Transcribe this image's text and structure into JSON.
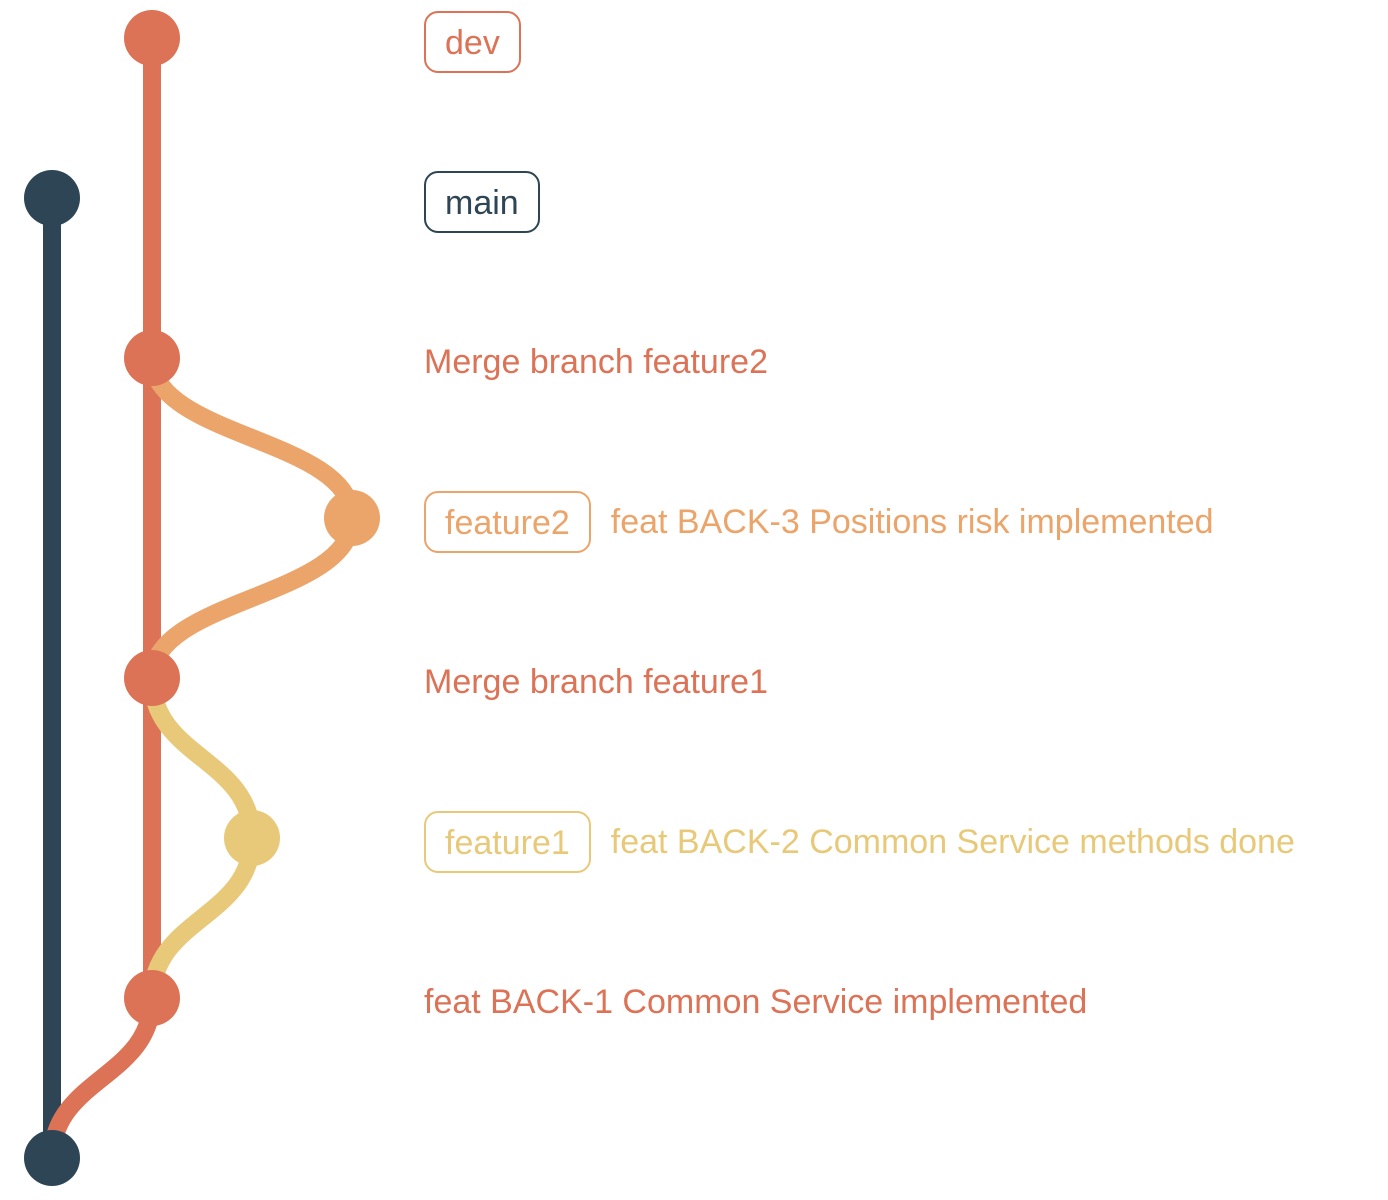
{
  "colors": {
    "main": "#2d4554",
    "dev": "#dc7256",
    "feature2": "#eba46a",
    "feature1": "#e7c979"
  },
  "commits": [
    {
      "branch": "dev",
      "tag": "dev",
      "message": ""
    },
    {
      "branch": "main",
      "tag": "main",
      "message": ""
    },
    {
      "branch": "dev",
      "tag": "",
      "message": "Merge branch feature2"
    },
    {
      "branch": "feature2",
      "tag": "feature2",
      "message": "feat BACK-3 Positions risk implemented"
    },
    {
      "branch": "dev",
      "tag": "",
      "message": "Merge branch feature1"
    },
    {
      "branch": "feature1",
      "tag": "feature1",
      "message": "feat BACK-2 Common Service methods done"
    },
    {
      "branch": "dev",
      "tag": "",
      "message": "feat BACK-1 Common Service implemented"
    },
    {
      "branch": "main",
      "tag": "",
      "message": ""
    }
  ]
}
